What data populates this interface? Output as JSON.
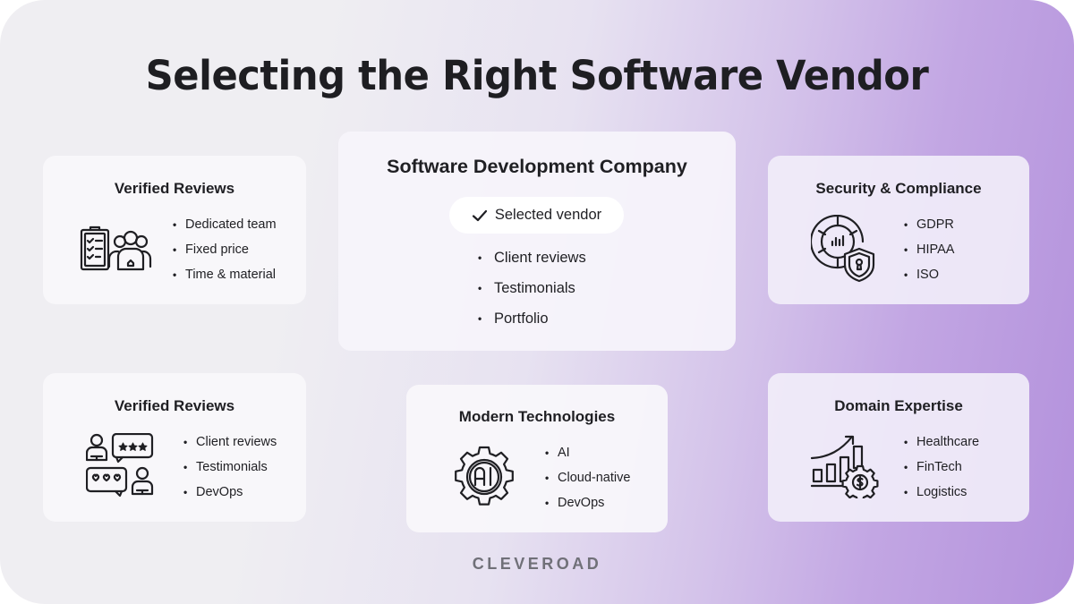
{
  "title": "Selecting the Right Software Vendor",
  "center_card": {
    "title": "Software Development Company",
    "badge": {
      "icon": "checkmark-icon",
      "label": "Selected vendor"
    },
    "items": [
      "Client reviews",
      "Testimonials",
      "Portfolio"
    ]
  },
  "cards": {
    "top_left": {
      "title": "Verified Reviews",
      "icon": "clipboard-team-icon",
      "items": [
        "Dedicated team",
        "Fixed price",
        "Time & material"
      ]
    },
    "top_right": {
      "title": "Security & Compliance",
      "icon": "shield-lock-chart-icon",
      "items": [
        "GDPR",
        "HIPAA",
        "ISO"
      ]
    },
    "bottom_left": {
      "title": "Verified Reviews",
      "icon": "customer-reviews-icon",
      "items": [
        "Client reviews",
        "Testimonials",
        "DevOps"
      ]
    },
    "bottom_center": {
      "title": "Modern Technologies",
      "icon": "ai-gear-icon",
      "items": [
        "AI",
        "Cloud-native",
        "DevOps"
      ]
    },
    "bottom_right": {
      "title": "Domain Expertise",
      "icon": "growth-chart-gear-icon",
      "items": [
        "Healthcare",
        "FinTech",
        "Logistics"
      ]
    }
  },
  "bullet": "•",
  "brand": "CLEVEROAD",
  "colors": {
    "background_left": "#efeef2",
    "background_right": "#b391dc",
    "card": "#f8f7fb",
    "text": "#1f1f23",
    "brand": "#707078"
  }
}
